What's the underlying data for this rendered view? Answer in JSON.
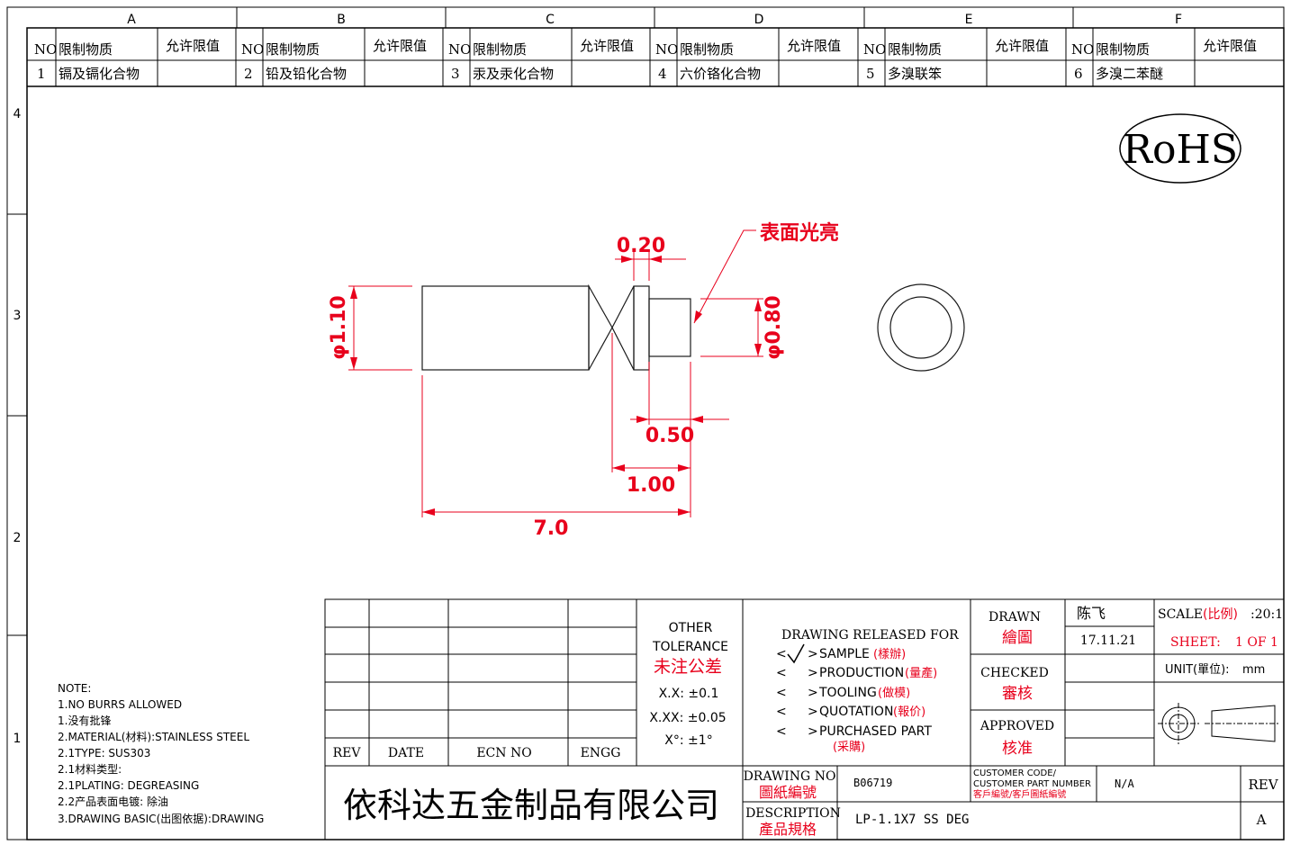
{
  "zones": {
    "columns": [
      "A",
      "B",
      "C",
      "D",
      "E",
      "F"
    ],
    "rows": [
      "4",
      "3",
      "2",
      "1"
    ]
  },
  "rohs": {
    "header": {
      "no": "NO",
      "substance": "限制物质",
      "limit": "允许限值"
    },
    "items": [
      {
        "no": "1",
        "substance": "镉及镉化合物",
        "limit": ""
      },
      {
        "no": "2",
        "substance": "铅及铅化合物",
        "limit": ""
      },
      {
        "no": "3",
        "substance": "汞及汞化合物",
        "limit": ""
      },
      {
        "no": "4",
        "substance": "六价铬化合物",
        "limit": ""
      },
      {
        "no": "5",
        "substance": "多溴联笨",
        "limit": ""
      },
      {
        "no": "6",
        "substance": "多溴二苯醚",
        "limit": ""
      }
    ],
    "logo": "RoHS"
  },
  "dimensions": {
    "d_major": "φ1.10",
    "d_minor": "φ0.80",
    "groove": "0.20",
    "tip_len": "0.50",
    "head_len": "1.00",
    "total_len": "7.0",
    "surface_note": "表面光亮"
  },
  "colors": {
    "dim": "#e8001c",
    "line": "#1a1a1a",
    "frame": "#000000"
  },
  "notes": [
    "NOTE:",
    "1.NO BURRS ALLOWED",
    "1.没有批锋",
    "2.MATERIAL(材料):STAINLESS STEEL",
    "2.1TYPE: SUS303",
    "2.1材料类型:",
    "2.1PLATING: DEGREASING",
    "2.2产品表面电镀: 除油",
    "3.DRAWING BASIC(出图依据):DRAWING"
  ],
  "rev_table": {
    "rev": "REV",
    "date": "DATE",
    "ecn": "ECN NO",
    "engg": "ENGG"
  },
  "tolerance": {
    "line1": "OTHER",
    "line2": "TOLERANCE",
    "line3": "未注公差",
    "xx": "X.X: ±0.1",
    "xxx": "X.XX: ±0.05",
    "angle": "X°: ±1°"
  },
  "release": {
    "title": "DRAWING RELEASED FOR",
    "options": [
      {
        "en": "SAMPLE",
        "cn": "(樣辦)",
        "checked": true
      },
      {
        "en": "PRODUCTION",
        "cn": "(量產)",
        "checked": false
      },
      {
        "en": "TOOLING",
        "cn": "(做模)",
        "checked": false
      },
      {
        "en": "QUOTATION",
        "cn": "(報价)",
        "checked": false
      },
      {
        "en": "PURCHASED PART",
        "cn": "(采購)",
        "checked": false
      }
    ]
  },
  "signoff": {
    "drawn_en": "DRAWN",
    "drawn_cn": "繪圖",
    "drawn_by": "陈飞",
    "drawn_date": "17.11.21",
    "checked_en": "CHECKED",
    "checked_cn": "審核",
    "approved_en": "APPROVED",
    "approved_cn": "核准"
  },
  "scale": {
    "label": "SCALE",
    "cn": "(比例)",
    "value": ":20:1"
  },
  "sheet": {
    "label": "SHEET:",
    "value": "1 OF 1"
  },
  "unit": {
    "label": "UNIT(單位):",
    "value": "mm"
  },
  "company": "依科达五金制品有限公司",
  "drawing_no": {
    "en": "DRAWING NO",
    "cn": "圖紙編號",
    "value": "B06719"
  },
  "description": {
    "en": "DESCRIPTION",
    "cn": "產品規格",
    "value": "LP-1.1X7 SS DEG"
  },
  "customer": {
    "line1": "CUSTOMER CODE/",
    "line2": "CUSTOMER PART NUMBER",
    "cn": "客戶編號/客戶圖紙編號",
    "value": "N/A"
  },
  "rev_block": {
    "label": "REV",
    "value": "A"
  }
}
